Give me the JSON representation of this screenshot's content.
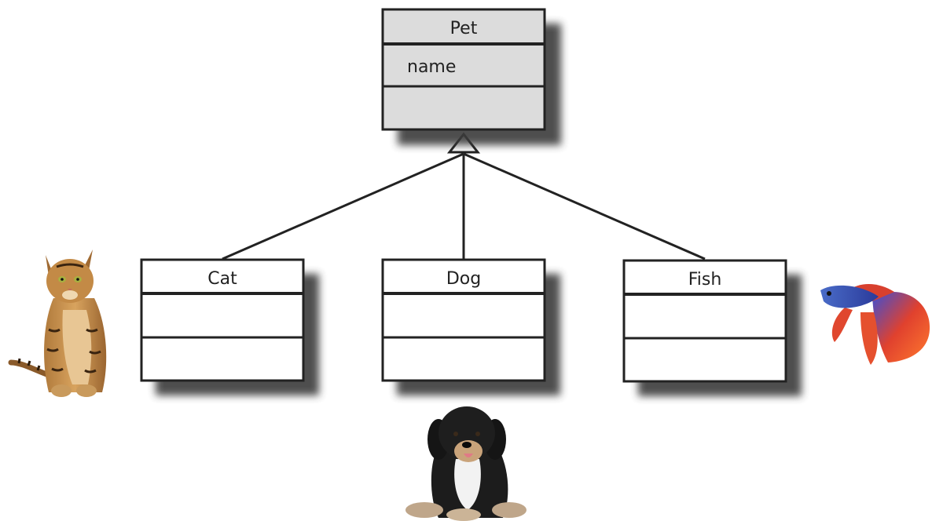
{
  "diagram": {
    "parent": {
      "name": "Pet",
      "attributes": [
        "name"
      ],
      "fill": "#dcdcdc"
    },
    "children": [
      {
        "name": "Cat",
        "fill": "#ffffff"
      },
      {
        "name": "Dog",
        "fill": "#ffffff"
      },
      {
        "name": "Fish",
        "fill": "#ffffff"
      }
    ],
    "colors": {
      "stroke": "#222222",
      "shadow": "#3a3a3a"
    },
    "relationship": "inheritance"
  },
  "illustrations": [
    {
      "icon": "cat-photo-icon"
    },
    {
      "icon": "dog-photo-icon"
    },
    {
      "icon": "betta-fish-photo-icon"
    }
  ]
}
